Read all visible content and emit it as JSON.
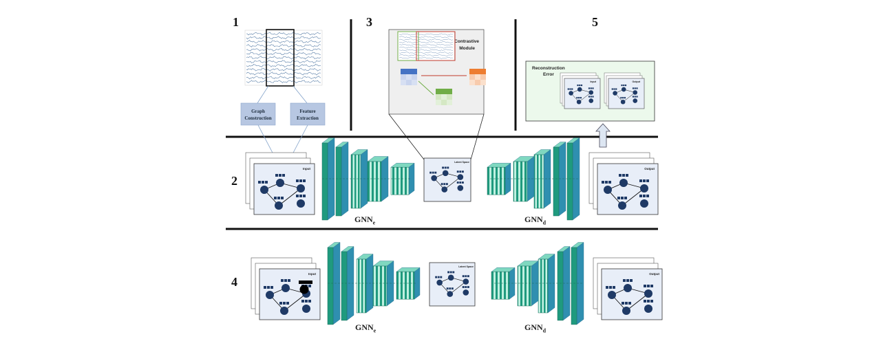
{
  "sections": {
    "s1": "1",
    "s2": "2",
    "s3": "3",
    "s4": "4",
    "s5": "5"
  },
  "preprocess": {
    "graph_construction_line1": "Graph",
    "graph_construction_line2": "Construction",
    "feature_extraction_line1": "Feature",
    "feature_extraction_line2": "Extraction"
  },
  "contrastive": {
    "title_line1": "Contrastive",
    "title_line2": "Module"
  },
  "reconstruction": {
    "title_line1": "Reconstruction",
    "title_line2": "Error",
    "input_label": "Input",
    "output_label": "Output"
  },
  "autoencoder_row": {
    "input_label": "Input",
    "output_label": "Output",
    "latent_label": "Latent Space",
    "encoder_main": "GNN",
    "encoder_sub": "e",
    "decoder_main": "GNN",
    "decoder_sub": "d"
  },
  "masked_row": {
    "input_label": "Input",
    "output_label": "Output",
    "latent_label": "Latent Space",
    "encoder_main": "GNN",
    "encoder_sub": "e",
    "decoder_main": "GNN",
    "decoder_sub": "d"
  },
  "colors": {
    "teal_dark": "#1f9a7e",
    "teal_light": "#bff0e0",
    "node_navy": "#1f3a66",
    "box_blue": "#b7c7e2",
    "feat_blue": "#4472c4",
    "feat_orange": "#ed7d31",
    "feat_green": "#70ad47"
  }
}
